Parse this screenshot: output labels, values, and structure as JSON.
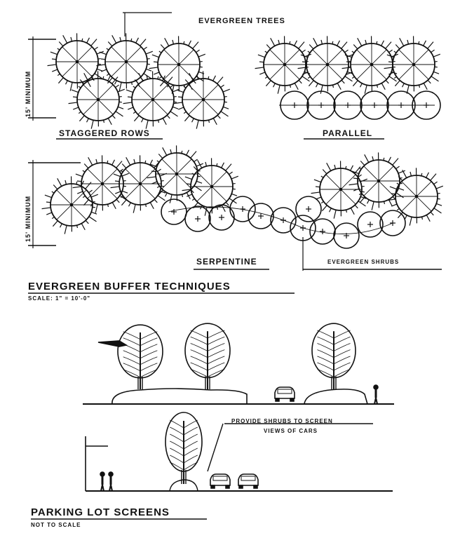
{
  "buffer": {
    "evergreen_trees_label": "EVERGREEN TREES",
    "min_label_top": "15' MINIMUM",
    "staggered_label": "STAGGERED ROWS",
    "parallel_label": "PARALLEL",
    "min_label_bottom": "15' MINIMUM",
    "serpentine_label": "SERPENTINE",
    "evergreen_shrubs_label": "EVERGREEN SHRUBS",
    "title": "EVERGREEN BUFFER TECHNIQUES",
    "scale": "SCALE: 1\" = 10'-0\""
  },
  "parking": {
    "callout": "PROVIDE SHRUBS TO SCREEN",
    "callout_line2": "VIEWS OF CARS",
    "title": "PARKING LOT SCREENS",
    "subtitle": "NOT TO SCALE"
  }
}
